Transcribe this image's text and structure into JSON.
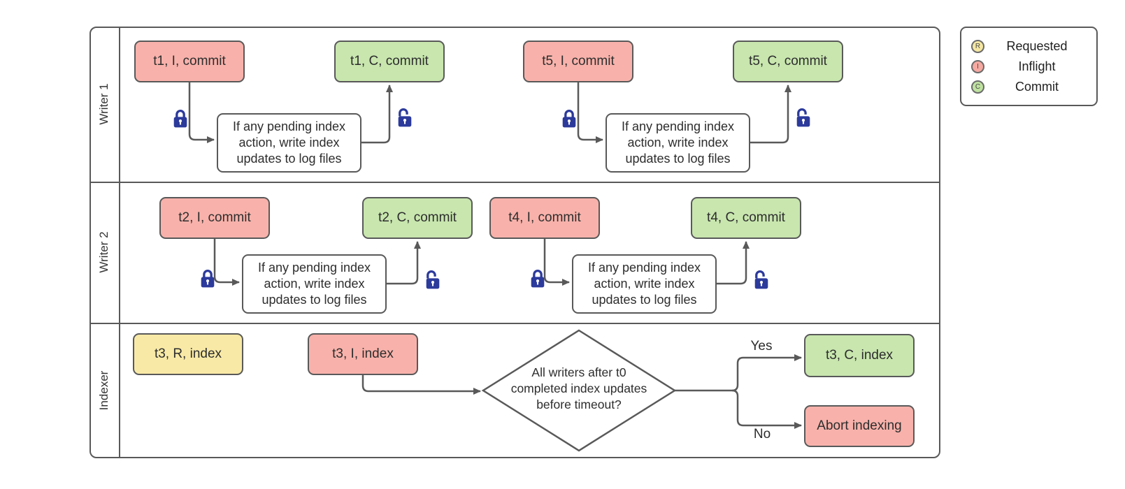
{
  "diagram": {
    "lanes": [
      {
        "label": "Writer 1"
      },
      {
        "label": "Writer 2"
      },
      {
        "label": "Indexer"
      }
    ],
    "process_box": {
      "lines": [
        "If any pending index",
        "action, write index",
        "updates to log files"
      ]
    },
    "decision": {
      "lines": [
        "All writers after t0",
        "completed index updates",
        "before timeout?"
      ],
      "yes_label": "Yes",
      "no_label": "No"
    },
    "nodes": {
      "t1_inflight": "t1, I, commit",
      "t1_commit": "t1, C, commit",
      "t5_inflight": "t5, I, commit",
      "t5_commit": "t5, C, commit",
      "t2_inflight": "t2, I, commit",
      "t2_commit": "t2, C, commit",
      "t4_inflight": "t4, I, commit",
      "t4_commit": "t4, C, commit",
      "t3_requested": "t3, R, index",
      "t3_inflight": "t3, I, index",
      "t3_commit": "t3, C, index",
      "abort": "Abort indexing"
    }
  },
  "legend": {
    "items": [
      {
        "letter": "R",
        "label": "Requested",
        "color": "#f5e7a2"
      },
      {
        "letter": "I",
        "label": "Inflight",
        "color": "#f6a9a1"
      },
      {
        "letter": "C",
        "label": "Commit",
        "color": "#bfe2a0"
      }
    ]
  },
  "colors": {
    "requested_fill": "#f8e9a6",
    "inflight_fill": "#f8b2ab",
    "commit_fill": "#c8e6ae",
    "line": "#595959",
    "lock": "#2c3a9b",
    "text": "#2d2d2d"
  }
}
